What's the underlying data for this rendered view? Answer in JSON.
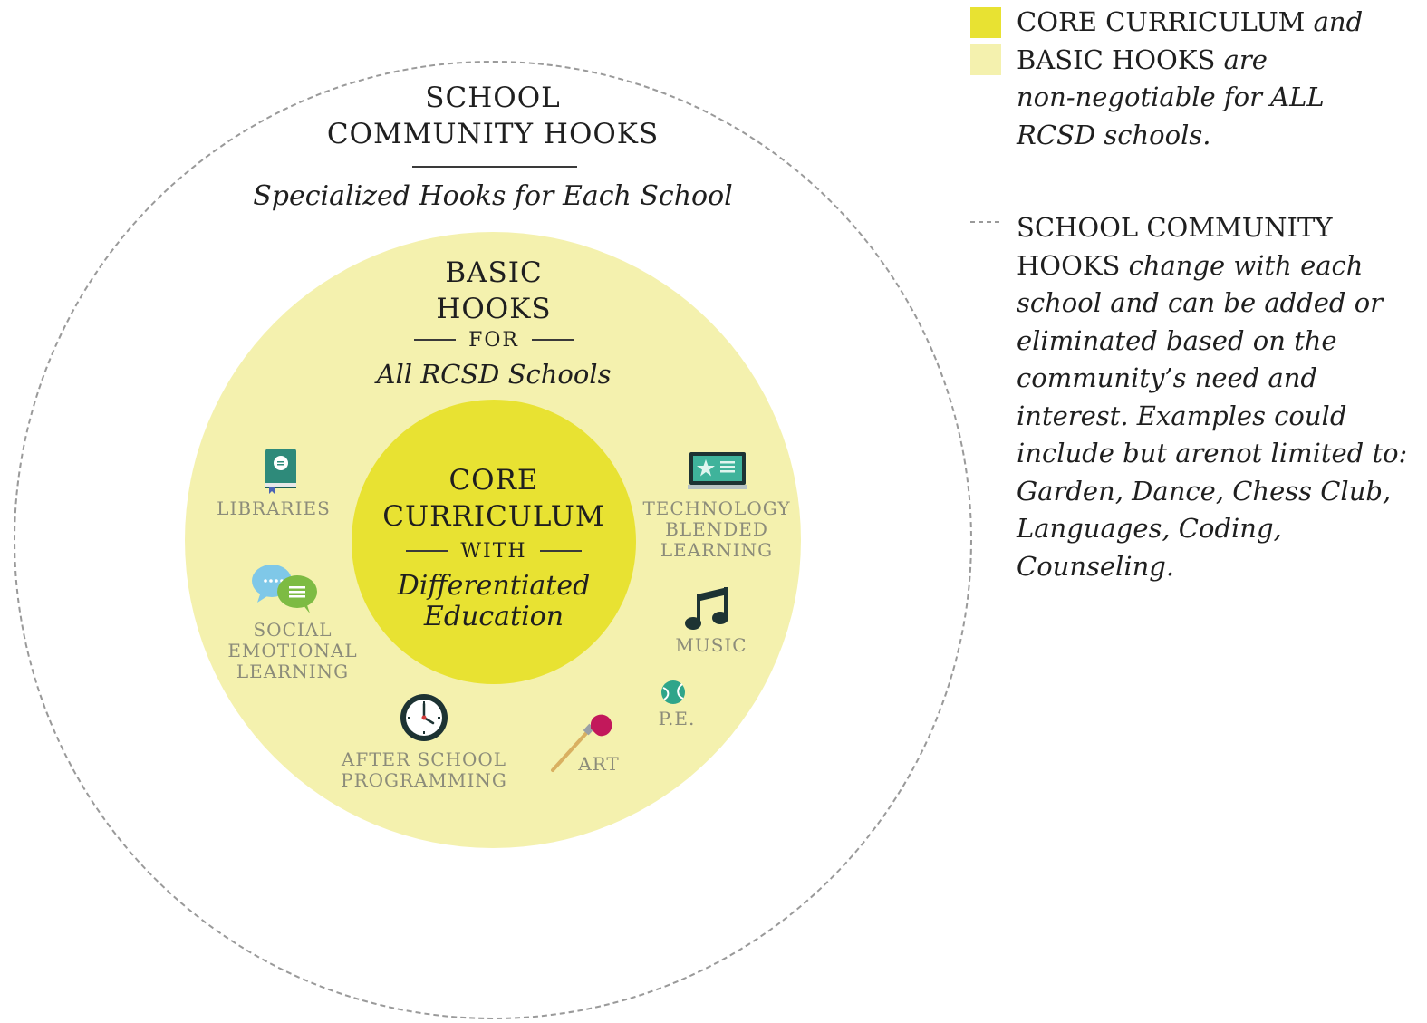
{
  "colors": {
    "core": "#e8e232",
    "basic": "#f4f1ae",
    "outer_border": "#9a9a9a",
    "hook_text": "#8c8c7a"
  },
  "outer": {
    "title_line1": "SCHOOL",
    "title_line2": "COMMUNITY HOOKS",
    "subtitle": "Specialized Hooks for Each School"
  },
  "basic": {
    "title_line1": "BASIC",
    "title_line2": "HOOKS",
    "connector": "FOR",
    "subtitle": "All RCSD Schools"
  },
  "core": {
    "title_line1": "CORE",
    "title_line2": "CURRICULUM",
    "connector": "WITH",
    "subtitle_line1": "Differentiated",
    "subtitle_line2": "Education"
  },
  "hooks": {
    "libraries": {
      "label": "LIBRARIES",
      "icon": "book-icon"
    },
    "social": {
      "line1": "SOCIAL",
      "line2": "EMOTIONAL",
      "line3": "LEARNING",
      "icon": "speech-bubbles-icon"
    },
    "afterschool": {
      "line1": "AFTER SCHOOL",
      "line2": "PROGRAMMING",
      "icon": "clock-icon"
    },
    "art": {
      "label": "ART",
      "icon": "paintbrush-icon"
    },
    "pe": {
      "label": "P.E.",
      "icon": "tennis-ball-icon"
    },
    "music": {
      "label": "MUSIC",
      "icon": "music-note-icon"
    },
    "technology": {
      "line1": "TECHNOLOGY",
      "line2": "BLENDED",
      "line3": "LEARNING",
      "icon": "chalkboard-icon"
    }
  },
  "legend": {
    "item1": {
      "caps1": "CORE CURRICULUM",
      "it1": " and",
      "caps2": "BASIC HOOKS",
      "it2": " are",
      "it3": "non-negotiable for ALL",
      "it4": "RCSD schools."
    },
    "item2": {
      "caps1": "SCHOOL COMMUNITY",
      "caps2": "HOOKS",
      "it1": " change with each",
      "it2": "school and can be added or",
      "it3": "eliminated based on the",
      "it4": "community’s need and",
      "it5": "interest. Examples could",
      "it6": "include but arenot limited to:",
      "it7": "Garden, Dance, Chess Club,",
      "it8": "Languages, Coding,",
      "it9": "Counseling."
    }
  }
}
